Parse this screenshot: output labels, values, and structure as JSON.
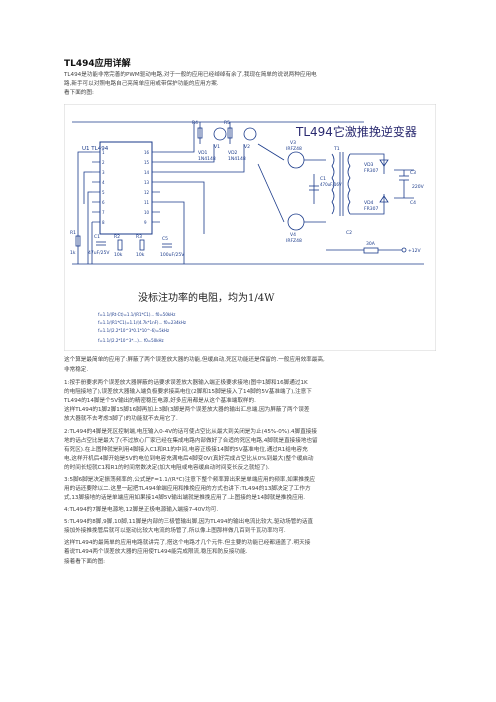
{
  "document": {
    "title": "TL494应用详解",
    "intro_lines": [
      "TL494是功能非常完善的PWM驱动电路,对于一般的应用已经绰绰有余了,我现在简单的说说两种应用电",
      "路,新手可以对照电路自己亮简单应用或带保护功能的应用方案.",
      "看下面的图:"
    ],
    "schematic": {
      "header_title": "TL494它激推挽逆变器",
      "chip_label": "U1  TL494",
      "note": "没标注功率的电阻，均为1/4W",
      "formula_lines": [
        "f=1.1/(Rt·Ct)=1.1/(R1*C1)...  f0=50kHz",
        "f=1.1/(R1*C1)=1.1/(4.7k*1nF)...  f0=234kHz",
        "f=1.1/(2.2*10^3*0.1*10^-6)=5kHz",
        "f=1.1/(2.2*10^3*...)... f0=50kHz"
      ],
      "labels": {
        "r4": "R4",
        "r5": "R5",
        "v1": "V1",
        "v2": "V2",
        "vd1": "VD1",
        "vd2": "VD2",
        "d1": "1N4148",
        "d2": "1N4148",
        "v3": "V3",
        "v4": "V4",
        "mos1": "IRFZ48",
        "mos2": "IRFZ48",
        "c1": "C1",
        "c1v": "470uF/16V",
        "t1": "T1",
        "c2": "C2",
        "vd3": "VD3",
        "vd4": "VD4",
        "vd3v": "FR307",
        "vd4v": "FR307",
        "c3": "C3",
        "c4": "C4",
        "r1": "R1",
        "r2": "R2",
        "r3": "R3",
        "r1v": "1k",
        "r2v": "10k",
        "r3v": "10k",
        "c_ct": "C1",
        "c_ctv": "47uF/25V",
        "c5": "C5",
        "c5v": "100uF/25V",
        "fuse": "30A",
        "vin": "+12V",
        "out": "220V",
        "ic_pins_left": [
          "1",
          "2",
          "3",
          "4",
          "5",
          "6",
          "7",
          "8"
        ],
        "ic_pins_right": [
          "16",
          "15",
          "14",
          "13",
          "12",
          "11",
          "10",
          "9"
        ]
      }
    },
    "body_lines": [
      "这个算是最简单的应用了:屏蔽了两个误差放大器的功能,但缓启动,死区功能还是保留的.一般应用效率最高,",
      "非常稳定.",
      "1:按手册要求两个误差放大器屏蔽的话要求误差放大器输入端正极要求接地(图中1脚和16脚通过1K",
      "的电阻接地了),误差放大器输入端负极要求接高电位(2脚和15脚是接入了14脚的5V基准端了),注意下",
      "TL494的14脚是个5V输出的精密稳压电源,好多应用都是从这个基准端取样的.",
      "这样TL494的1脚2脚15脚16脚再加上3脚(3脚是两个误差放大器的输出汇总端,因为屏蔽了两个误差",
      "放大器就不去考虑3脚了)的功能就不去用它了.",
      "2:TL494的4脚是死区控制端,电压输入0-4V的话可使占空比从最大到关闭是为止(45%-0%).4脚直接接",
      "地的话占空比是最大了(不过放心厂家已经在集成电路内部做好了合适的死区电路,4脚就是直接接地也留",
      "有死区).在上图种就是利用4脚接入C1和R1的中间,电容正极接14脚的5V基准电位,通过R1给电容充",
      "电,这样开机后4脚开始是5V的电位到电容充满电后4脚变0V(真好完成占空比从0%到最大)整个缓启动",
      "的时间长短就C1和R1的时间常数决定(加大电阻或电容缓启动时间变长反之就短了).",
      "3:5脚6脚是决定振荡频率的,公式是F=1.1/(R*C)注意下整个频率算出来是单端应用的频率,如果推挽应",
      "用的话还要除以二.这里一起把TL494单端应用和推挽应用的方式也讲下:TL494的13脚决定了工作方",
      "式,13脚接地的话是单端应用如果接14脚5V输出端就是推挽应用了.上图接的是14脚就是推挽应用.",
      "4:TL494的7脚是电源地,12脚是正极电源输入端接7-40V均可.",
      "5:TL494的8脚,9脚,10脚,11脚是内部的三极管输出脚,因为TL494的输出电流比较大,驱动场管的话直",
      "接加外接推挽管后就可以驱动比较大电流的场管了,所以像上图那样做几百到千瓦功率均可.",
      "    这样TL494的最简单的应用电路就讲完了,搭这个电路才几个元件.但主要的功能已经都涵盖了.明天接",
      "着说TL494两个误差放大器的应用使TL494能完成限流,稳压和防反接功能.",
      "    接着看下面的图:"
    ]
  }
}
